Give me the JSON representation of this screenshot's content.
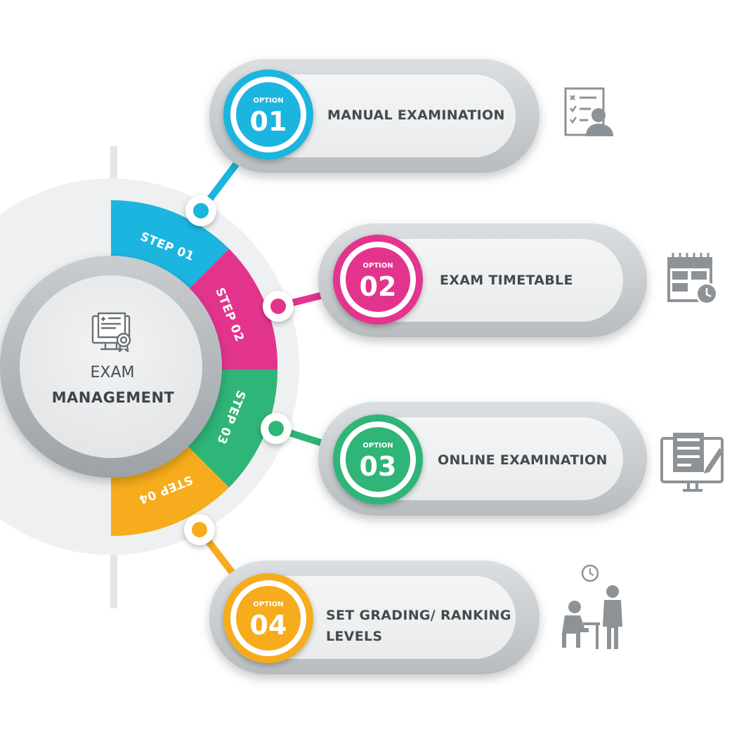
{
  "center": {
    "line1": "EXAM",
    "line2": "MANAGEMENT",
    "icon": "certificate-monitor-icon"
  },
  "steps": [
    {
      "label": "STEP 01",
      "color": "#1cb5df"
    },
    {
      "label": "STEP 02",
      "color": "#e3348d"
    },
    {
      "label": "STEP 03",
      "color": "#2fb577"
    },
    {
      "label": "STEP 04",
      "color": "#f6ac1c"
    }
  ],
  "options": [
    {
      "caption": "OPTION",
      "number": "01",
      "lines": [
        "MANUAL EXAMINATION"
      ],
      "color": "#1cb5df",
      "icon": "checklist-person-icon"
    },
    {
      "caption": "OPTION",
      "number": "02",
      "lines": [
        "EXAM TIMETABLE"
      ],
      "color": "#e3348d",
      "icon": "calendar-clock-icon"
    },
    {
      "caption": "OPTION",
      "number": "03",
      "lines": [
        "ONLINE EXAMINATION"
      ],
      "color": "#2fb577",
      "icon": "monitor-document-pen-icon"
    },
    {
      "caption": "OPTION",
      "number": "04",
      "lines": [
        "SET GRADING/ RANKING",
        "LEVELS"
      ],
      "color": "#f6ac1c",
      "icon": "teacher-student-clock-icon"
    }
  ]
}
